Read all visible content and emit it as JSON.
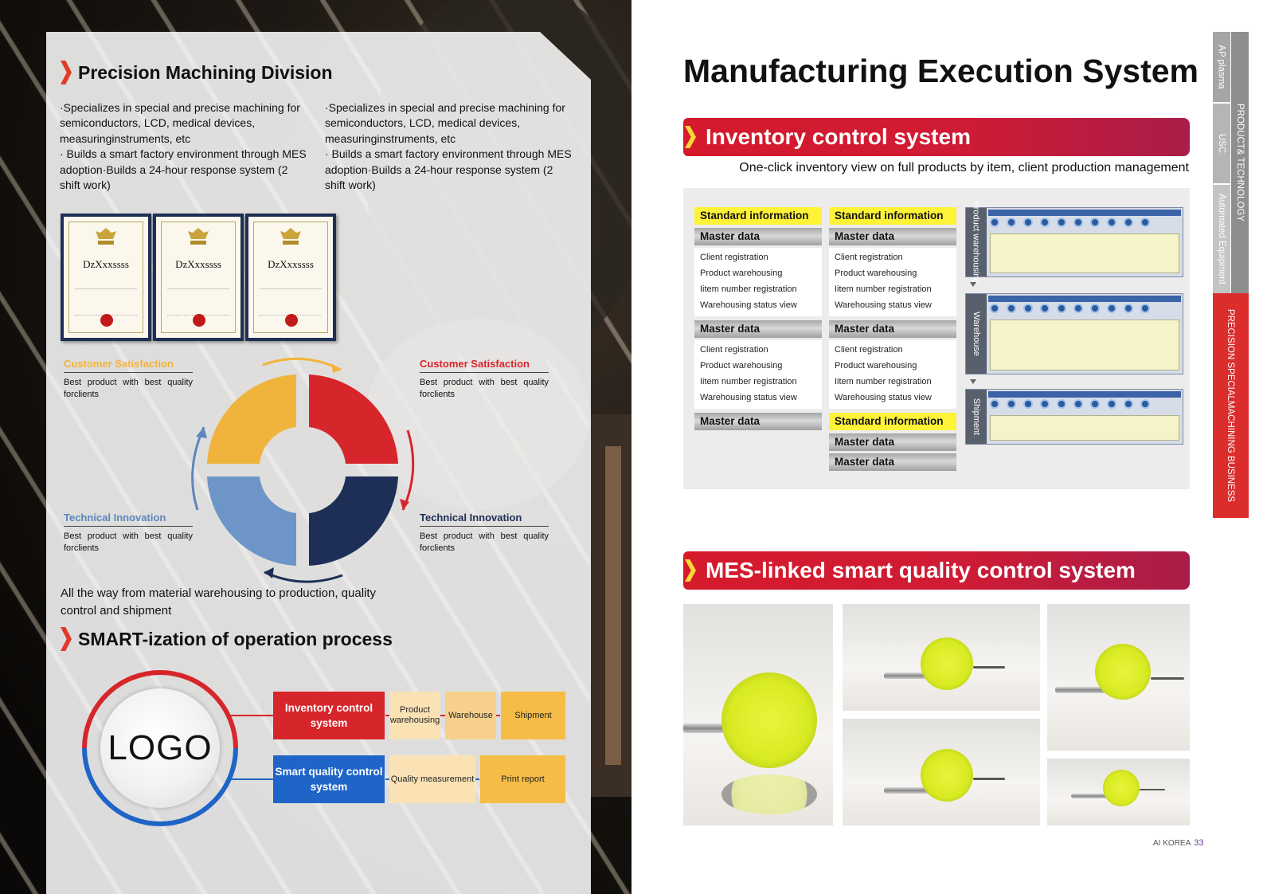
{
  "left_page": {
    "division_title": "Precision Machining Division",
    "paragraph_1": "·Specializes in special and precise machining for semiconductors, LCD, medical devices, measuringinstruments, etc\n· Builds a smart factory environment through MES adoption·Builds a 24-hour response system (2 shift work)",
    "paragraph_2": "·Specializes in special and precise machining for semiconductors, LCD, medical devices, measuringinstruments, etc\n· Builds a smart factory environment through MES adoption·Builds a 24-hour response system (2 shift work)",
    "certificates": [
      "DzXxxssss",
      "DzXxxssss",
      "DzXxxssss"
    ],
    "cycle": {
      "top_left": {
        "title": "Customer Satisfaction",
        "text": "Best product with best quality forclients",
        "color": "#f2b33a"
      },
      "top_right": {
        "title": "Customer Satisfaction",
        "text": "Best product with best quality forclients",
        "color": "#d7262b"
      },
      "bottom_left": {
        "title": "Technical Innovation",
        "text": "Best product with best quality forclients",
        "color": "#5d86bd"
      },
      "bottom_right": {
        "title": "Technical Innovation",
        "text": "Best product with best quality forclients",
        "color": "#1d2f57"
      }
    },
    "summary": "All the way from material warehousing to production, quality control and shipment",
    "smart_title": "SMART-ization of operation process",
    "logo_text": "LOGO",
    "flow": {
      "row1": {
        "main": "Inventory control system",
        "steps": [
          "Product warehousing",
          "Warehouse",
          "Shipment"
        ],
        "color": "#d7262b"
      },
      "row2": {
        "main": "Smart quality control system",
        "steps": [
          "Quality measurement",
          "Print report"
        ],
        "color": "#1f64c7"
      }
    }
  },
  "right_page": {
    "title": "Manufacturing Execution System",
    "banner_1": "Inventory control system",
    "subtitle": "One-click inventory view on full products by item, client production management",
    "col1": {
      "std": "Standard information",
      "groups": [
        {
          "master": "Master data",
          "items": [
            "Client registration",
            "Product warehousing",
            "Iitem number registration",
            "Warehousing status view"
          ]
        },
        {
          "master": "Master data",
          "items": [
            "Client registration",
            "Product warehousing",
            "Iitem number registration",
            "Warehousing status view"
          ]
        }
      ],
      "last_master": "Master data"
    },
    "col2": {
      "std": "Standard information",
      "groups": [
        {
          "master": "Master data",
          "items": [
            "Client registration",
            "Product warehousing",
            "Iitem number registration",
            "Warehousing status view"
          ]
        },
        {
          "master": "Master data",
          "items": [
            "Client registration",
            "Product warehousing",
            "Iitem number registration",
            "Warehousing status view"
          ]
        }
      ],
      "std2": "Standard information",
      "last_masters": [
        "Master data",
        "Master data"
      ]
    },
    "screens": [
      "Product warehousing",
      "Warehouse",
      "Shipment"
    ],
    "banner_2": "MES-linked smart quality control system",
    "side_tabs": [
      "AP plasma",
      "USC",
      "Automated Equipment",
      "PRODUCT& TECHNOLOGY",
      "PRECISION SPECIALMACHINING BUSINESS"
    ],
    "folio": {
      "brand": "AI KOREA",
      "page": "33"
    }
  }
}
